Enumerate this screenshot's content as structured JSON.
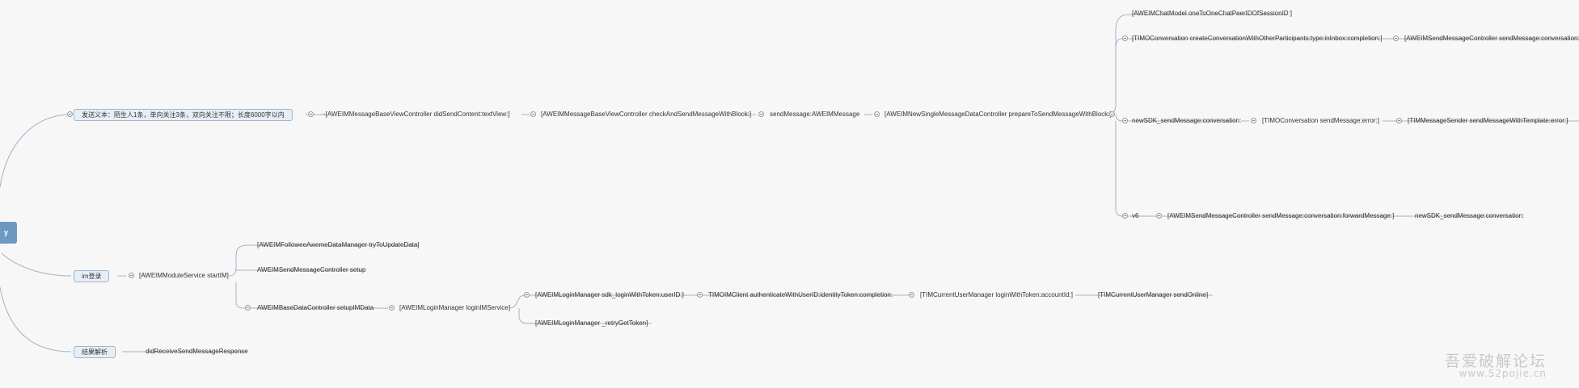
{
  "root": {
    "label": "y"
  },
  "branch1": {
    "label": "发送义本：陌生人1条，单向关注3条，双向关注不限；长度6000字以内",
    "n1": "-[AWEIMMessageBaseViewController didSendContent:textView:]",
    "n2": "[AWEIMMessageBaseViewController checkAndSendMessageWithBlock:]",
    "n3": "sendMessage:AWEIMMessage",
    "n4": "[AWEIMNewSingleMessageDataController prepareToSendMessageWithBlock:]",
    "c1": "[AWEIMChatModel oneToOneChatPeerIDOfSessionID:]",
    "c2": "[TIMOConversation createConversationWithOtherParticipants:type:inInbox:completion:]",
    "c2a": "[AWEIMSendMessageController sendMessage:conversation:]",
    "c3": "newSDK_sendMessage:conversation:",
    "c3a": "[TIMOConversation sendMessage:error:]",
    "c3b": "[TIMMessageSender sendMessageWithTemplate:error:]",
    "c4": "v6",
    "c4a": "[AWEIMSendMessageController sendMessage:conversation:forwardMessage:]",
    "c4b": "newSDK_sendMessage:conversation:"
  },
  "branch2": {
    "label": "im登录",
    "n1": "[AWEIMModuleService startIM]",
    "d1": "[AWEIMFolloweeAwemeDataManager tryToUpdateData]",
    "d2": "AWEIMSendMessageController setup",
    "d3": "AWEIMBaseDataController setupIMData",
    "d3a": "[AWEIMLoginManager loginIMService]",
    "e1": "[AWEIMLoginManager sdk_loginWithToken:userID:]",
    "e1a": "TIMOIMClient authenticateWithUserID:identityToken:completion:",
    "e1b": "[TIMCurrentUserManager loginWithToken:accountId:]",
    "e1c": "[TIMCurrentUserManager sendOnline]",
    "e2": "[AWEIMLoginManager _retryGetToken]"
  },
  "branch3": {
    "label": "结果解析",
    "n1": "didReceiveSendMessageResponse"
  },
  "watermark": {
    "line1": "吾爱破解论坛",
    "line2": "www.52pojie.cn"
  },
  "colors": {
    "line": "#9fb3c8",
    "root": "#6d98c2",
    "box": "#e7eef5"
  }
}
